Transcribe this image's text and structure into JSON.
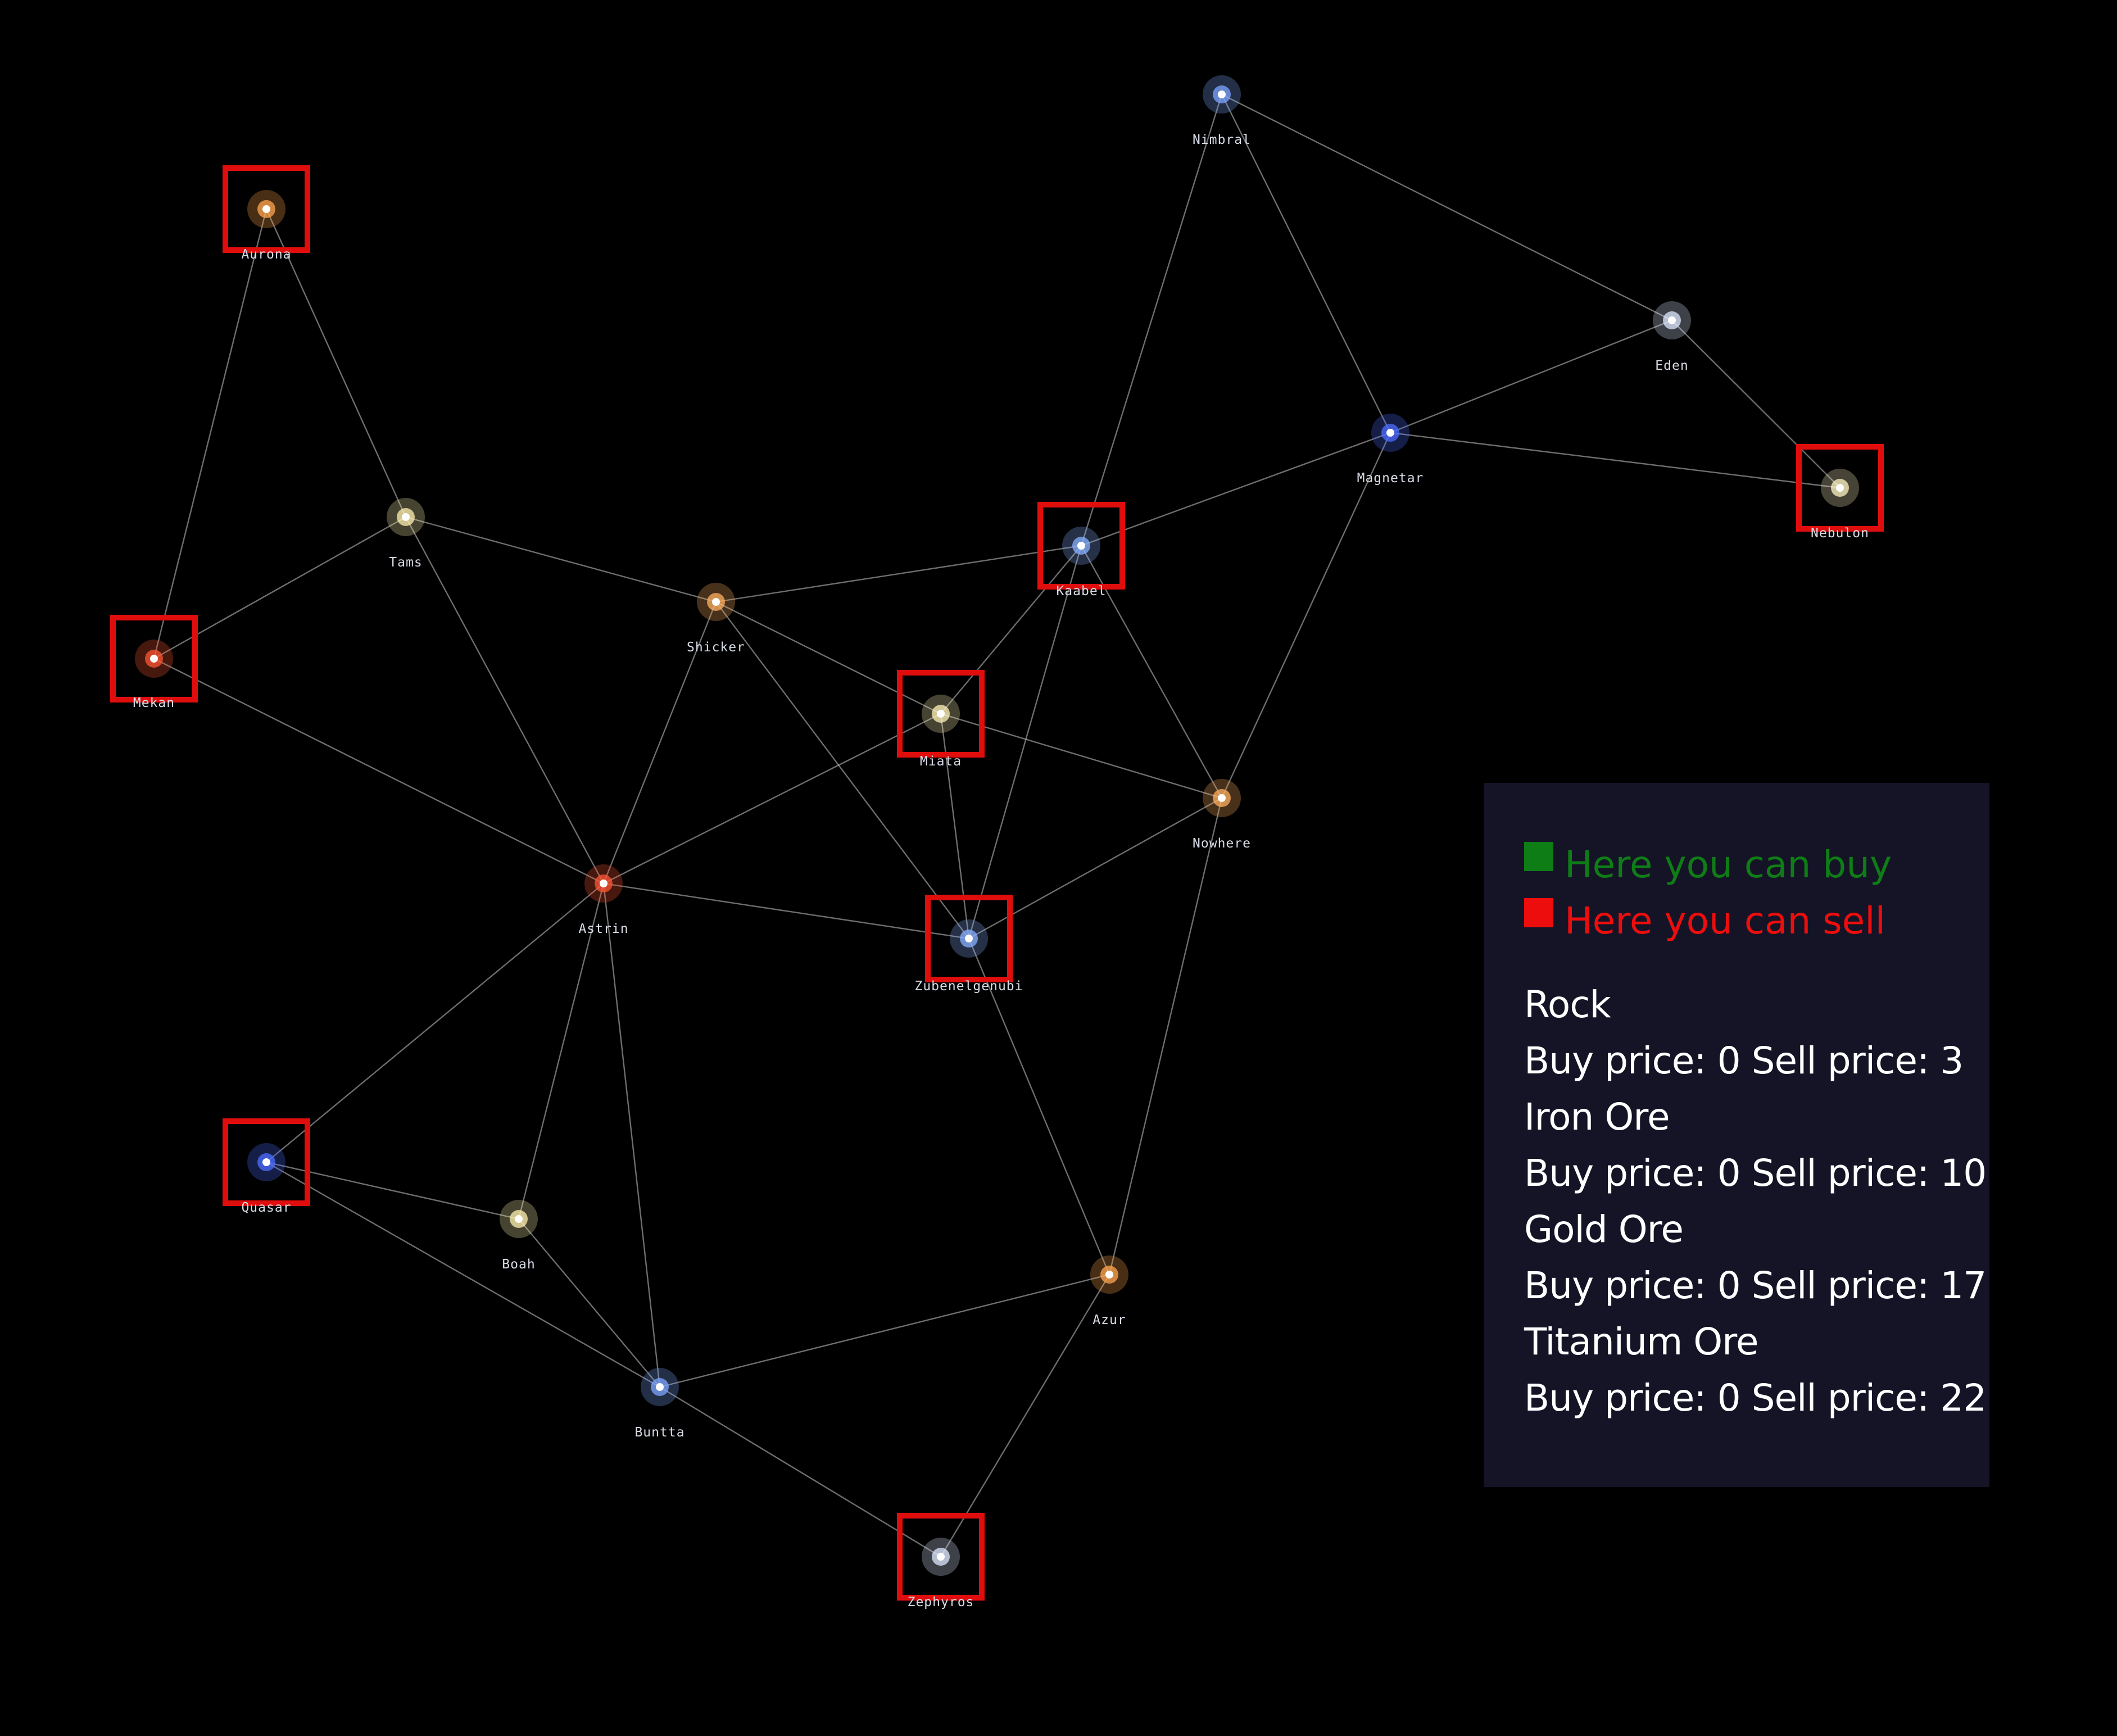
{
  "colors": {
    "background": "#000000",
    "panel_background": "#141426",
    "connection_line": "#c8c8c8",
    "highlight_box": "#e00d0d",
    "buy_color": "#0f7d16",
    "sell_color": "#ee0d0d",
    "label_color": "#d8dce6"
  },
  "stars": [
    {
      "name": "Nimbral",
      "color": "#7ea6ff",
      "selling": false
    },
    {
      "name": "Aurona",
      "color": "#ffa64d",
      "selling": true
    },
    {
      "name": "Eden",
      "color": "#dde9ff",
      "selling": false
    },
    {
      "name": "Magnetar",
      "color": "#4c6dff",
      "selling": false
    },
    {
      "name": "Nebulon",
      "color": "#fff3c4",
      "selling": true
    },
    {
      "name": "Tams",
      "color": "#fff0b0",
      "selling": false
    },
    {
      "name": "Kaabel",
      "color": "#88b0ff",
      "selling": true
    },
    {
      "name": "Shicker",
      "color": "#ffb060",
      "selling": false
    },
    {
      "name": "Mekan",
      "color": "#ff5533",
      "selling": true
    },
    {
      "name": "Miata",
      "color": "#fff1b8",
      "selling": true
    },
    {
      "name": "Nowhere",
      "color": "#ffb060",
      "selling": false
    },
    {
      "name": "Astrin",
      "color": "#ff5533",
      "selling": false
    },
    {
      "name": "Zubenelgenubi",
      "color": "#88b0ff",
      "selling": true
    },
    {
      "name": "Quasar",
      "color": "#4c6dff",
      "selling": true
    },
    {
      "name": "Boah",
      "color": "#fff0b0",
      "selling": false
    },
    {
      "name": "Azur",
      "color": "#ffa64d",
      "selling": false
    },
    {
      "name": "Buntta",
      "color": "#7ea6ff",
      "selling": false
    },
    {
      "name": "Zephyros",
      "color": "#dde9ff",
      "selling": true
    }
  ],
  "connections": [
    [
      "Nimbral",
      "Magnetar"
    ],
    [
      "Nimbral",
      "Eden"
    ],
    [
      "Nimbral",
      "Kaabel"
    ],
    [
      "Eden",
      "Magnetar"
    ],
    [
      "Eden",
      "Nebulon"
    ],
    [
      "Magnetar",
      "Nebulon"
    ],
    [
      "Magnetar",
      "Kaabel"
    ],
    [
      "Magnetar",
      "Nowhere"
    ],
    [
      "Aurona",
      "Tams"
    ],
    [
      "Aurona",
      "Mekan"
    ],
    [
      "Tams",
      "Mekan"
    ],
    [
      "Tams",
      "Shicker"
    ],
    [
      "Tams",
      "Astrin"
    ],
    [
      "Shicker",
      "Kaabel"
    ],
    [
      "Shicker",
      "Miata"
    ],
    [
      "Shicker",
      "Astrin"
    ],
    [
      "Shicker",
      "Zubenelgenubi"
    ],
    [
      "Kaabel",
      "Miata"
    ],
    [
      "Kaabel",
      "Nowhere"
    ],
    [
      "Kaabel",
      "Zubenelgenubi"
    ],
    [
      "Miata",
      "Nowhere"
    ],
    [
      "Miata",
      "Zubenelgenubi"
    ],
    [
      "Miata",
      "Astrin"
    ],
    [
      "Mekan",
      "Astrin"
    ],
    [
      "Astrin",
      "Zubenelgenubi"
    ],
    [
      "Astrin",
      "Quasar"
    ],
    [
      "Astrin",
      "Boah"
    ],
    [
      "Astrin",
      "Buntta"
    ],
    [
      "Nowhere",
      "Zubenelgenubi"
    ],
    [
      "Nowhere",
      "Azur"
    ],
    [
      "Zubenelgenubi",
      "Azur"
    ],
    [
      "Quasar",
      "Boah"
    ],
    [
      "Quasar",
      "Buntta"
    ],
    [
      "Boah",
      "Buntta"
    ],
    [
      "Buntta",
      "Azur"
    ],
    [
      "Buntta",
      "Zephyros"
    ],
    [
      "Azur",
      "Zephyros"
    ]
  ],
  "legend": {
    "buy_label": "Here you can buy",
    "sell_label": "Here you can sell"
  },
  "ores": [
    {
      "name": "Rock",
      "price_line": "Buy price: 0 Sell price: 3"
    },
    {
      "name": "Iron Ore",
      "price_line": "Buy price: 0 Sell price: 10"
    },
    {
      "name": "Gold Ore",
      "price_line": "Buy price: 0 Sell price: 17"
    },
    {
      "name": "Titanium Ore",
      "price_line": "Buy price: 0 Sell price: 22"
    }
  ]
}
